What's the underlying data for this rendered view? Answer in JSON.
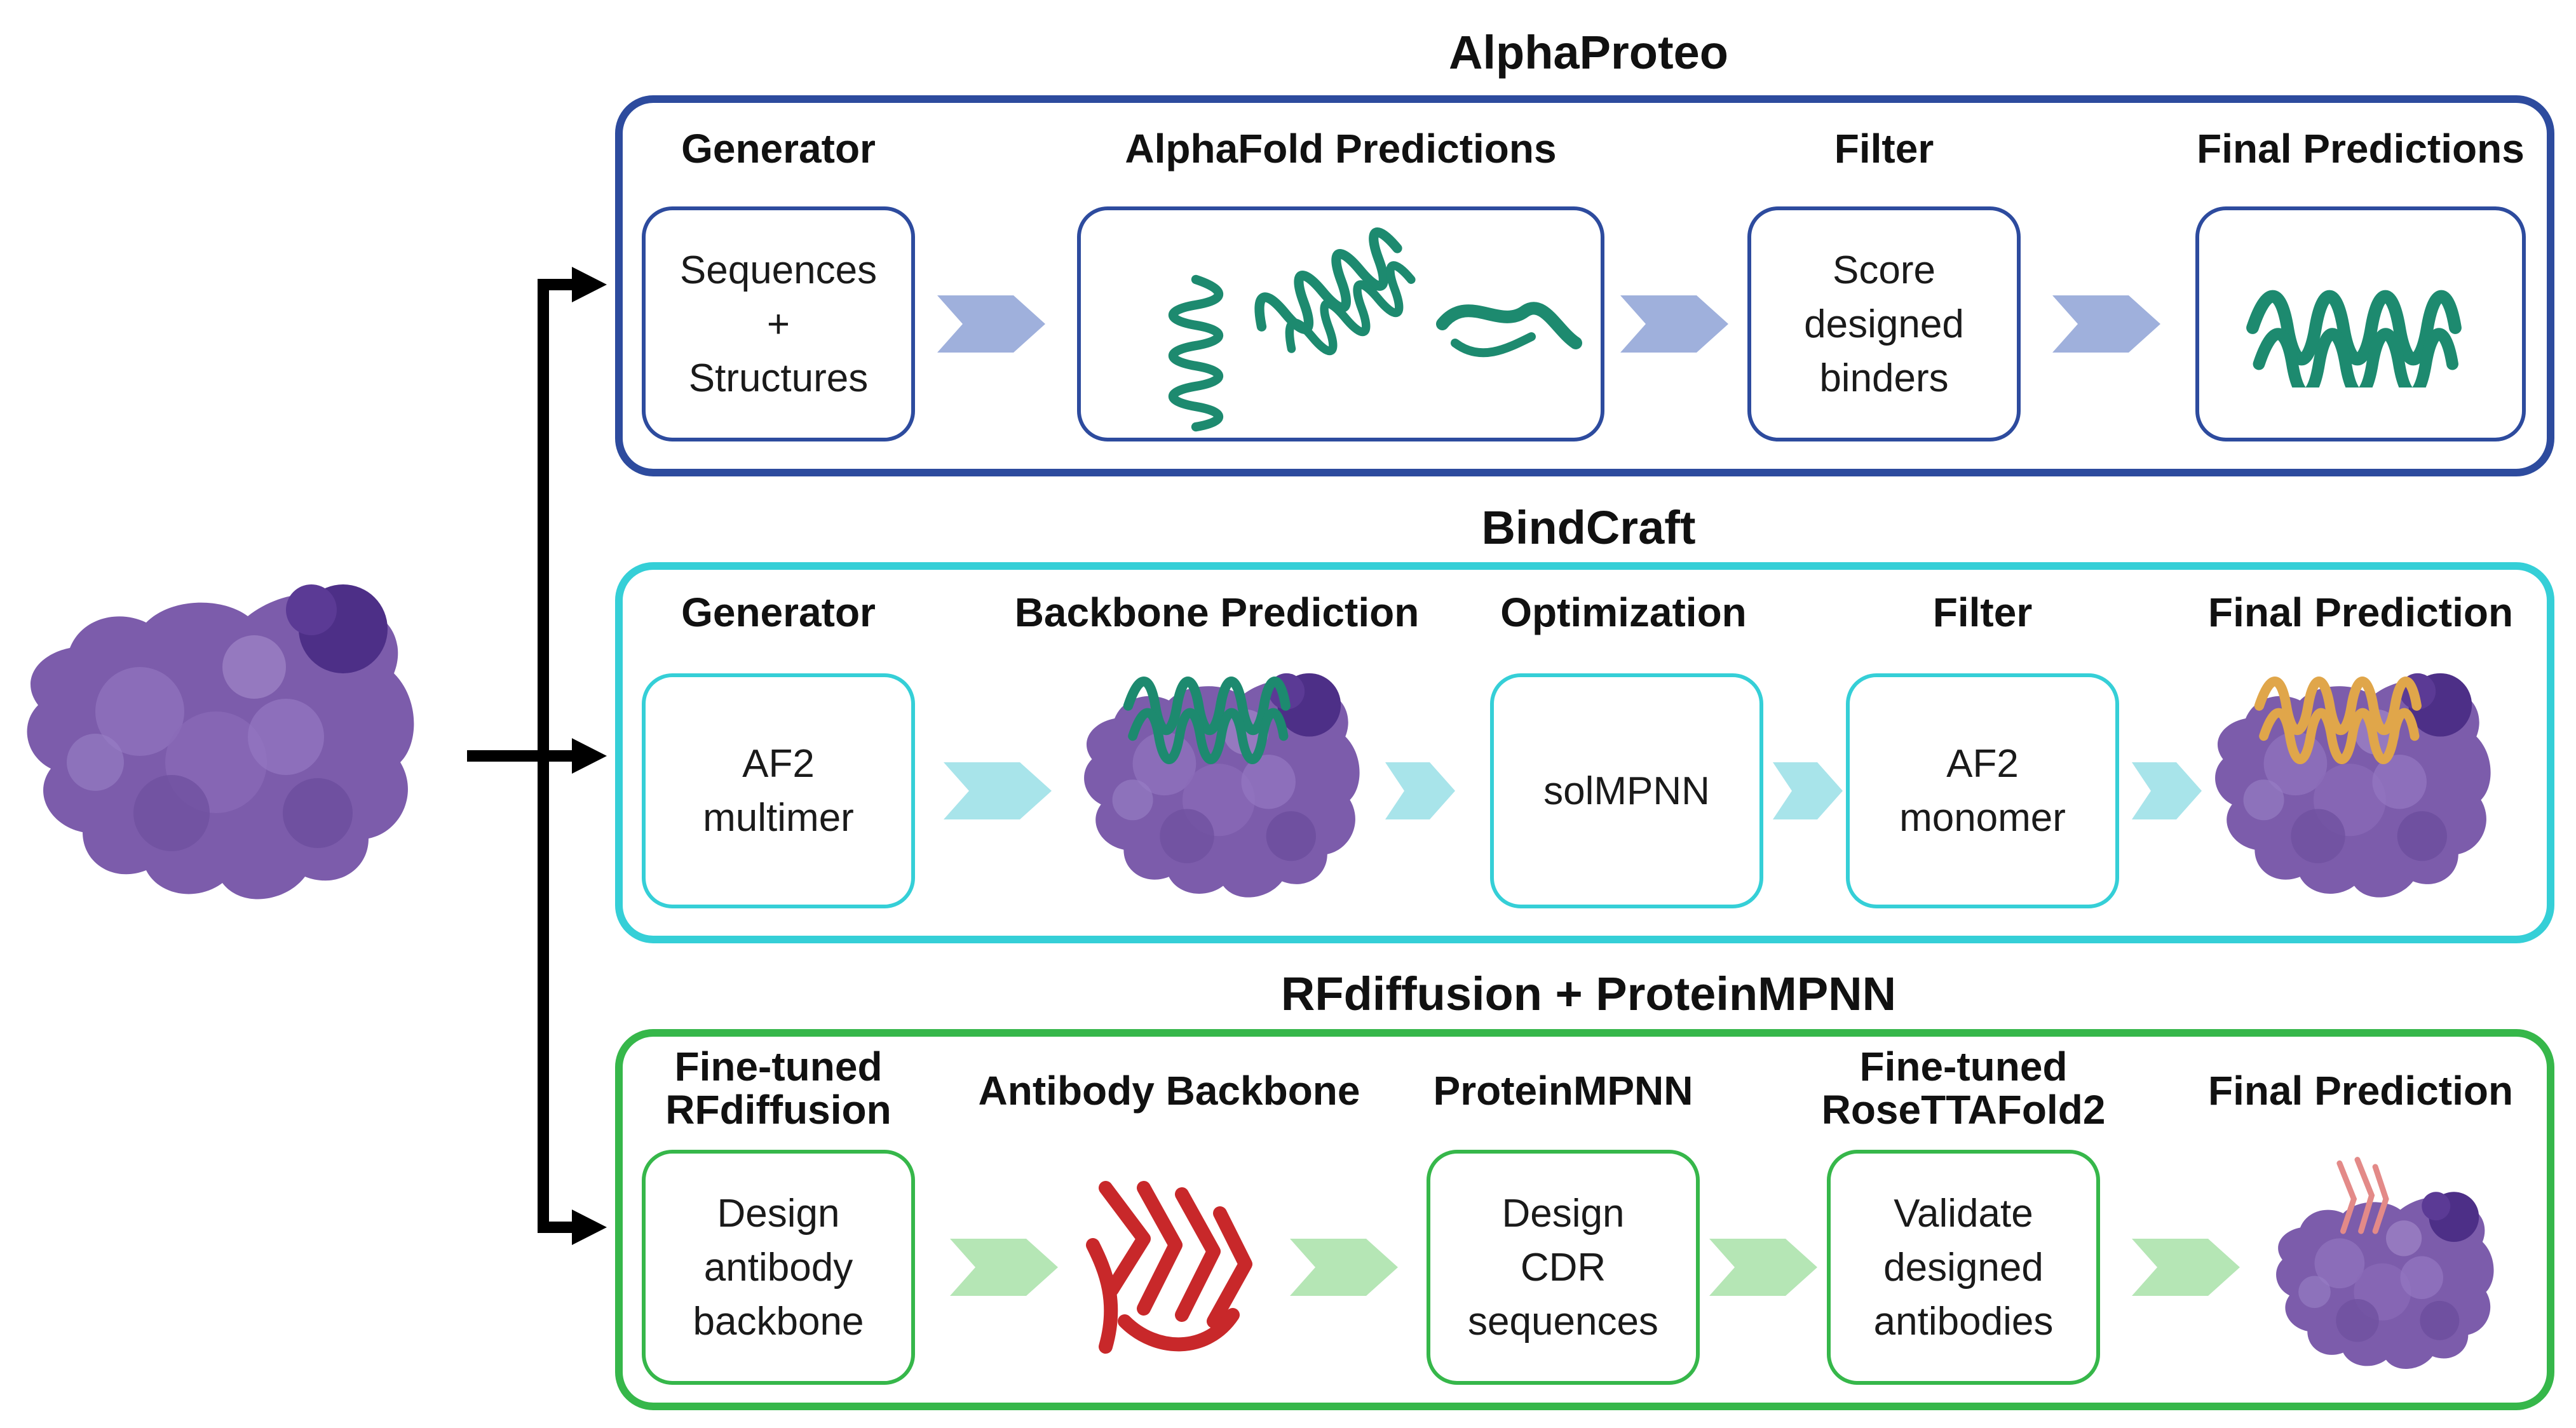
{
  "colors": {
    "alphaproteo": "#2d4b9e",
    "bindcraft": "#35cfd7",
    "rfdiffusion": "#36b74a",
    "arrow_alpha": "#9fb0dc",
    "arrow_bind": "#a8e4ea",
    "arrow_rf": "#b5e6b5",
    "connector": "#000000",
    "target_protein": "#7c5cab",
    "helix_green": "#1d8a6f",
    "helix_orange": "#e0a64a",
    "antibody_red": "#c8282a"
  },
  "icons": {
    "target_protein": "protein-surface-icon",
    "helix": "protein-helix-icon",
    "antibody": "antibody-structure-icon"
  },
  "sections": {
    "alphaproteo": {
      "title": "AlphaProteo",
      "stages": [
        {
          "label": "Generator",
          "box": "Sequences\n+\nStructures"
        },
        {
          "label": "AlphaFold Predictions"
        },
        {
          "label": "Filter",
          "box": "Score\ndesigned\nbinders"
        },
        {
          "label": "Final Predictions"
        }
      ]
    },
    "bindcraft": {
      "title": "BindCraft",
      "stages": [
        {
          "label": "Generator",
          "box": "AF2\nmultimer"
        },
        {
          "label": "Backbone Prediction"
        },
        {
          "label": "Optimization",
          "box": "solMPNN"
        },
        {
          "label": "Filter",
          "box": "AF2\nmonomer"
        },
        {
          "label": "Final Prediction"
        }
      ]
    },
    "rfdiffusion": {
      "title": "RFdiffusion + ProteinMPNN",
      "stages": [
        {
          "label": "Fine-tuned\nRFdiffusion",
          "box": "Design\nantibody\nbackbone"
        },
        {
          "label": "Antibody Backbone"
        },
        {
          "label": "ProteinMPNN",
          "box": "Design\nCDR\nsequences"
        },
        {
          "label": "Fine-tuned\nRoseTTAFold2",
          "box": "Validate\ndesigned\nantibodies"
        },
        {
          "label": "Final Prediction"
        }
      ]
    }
  }
}
